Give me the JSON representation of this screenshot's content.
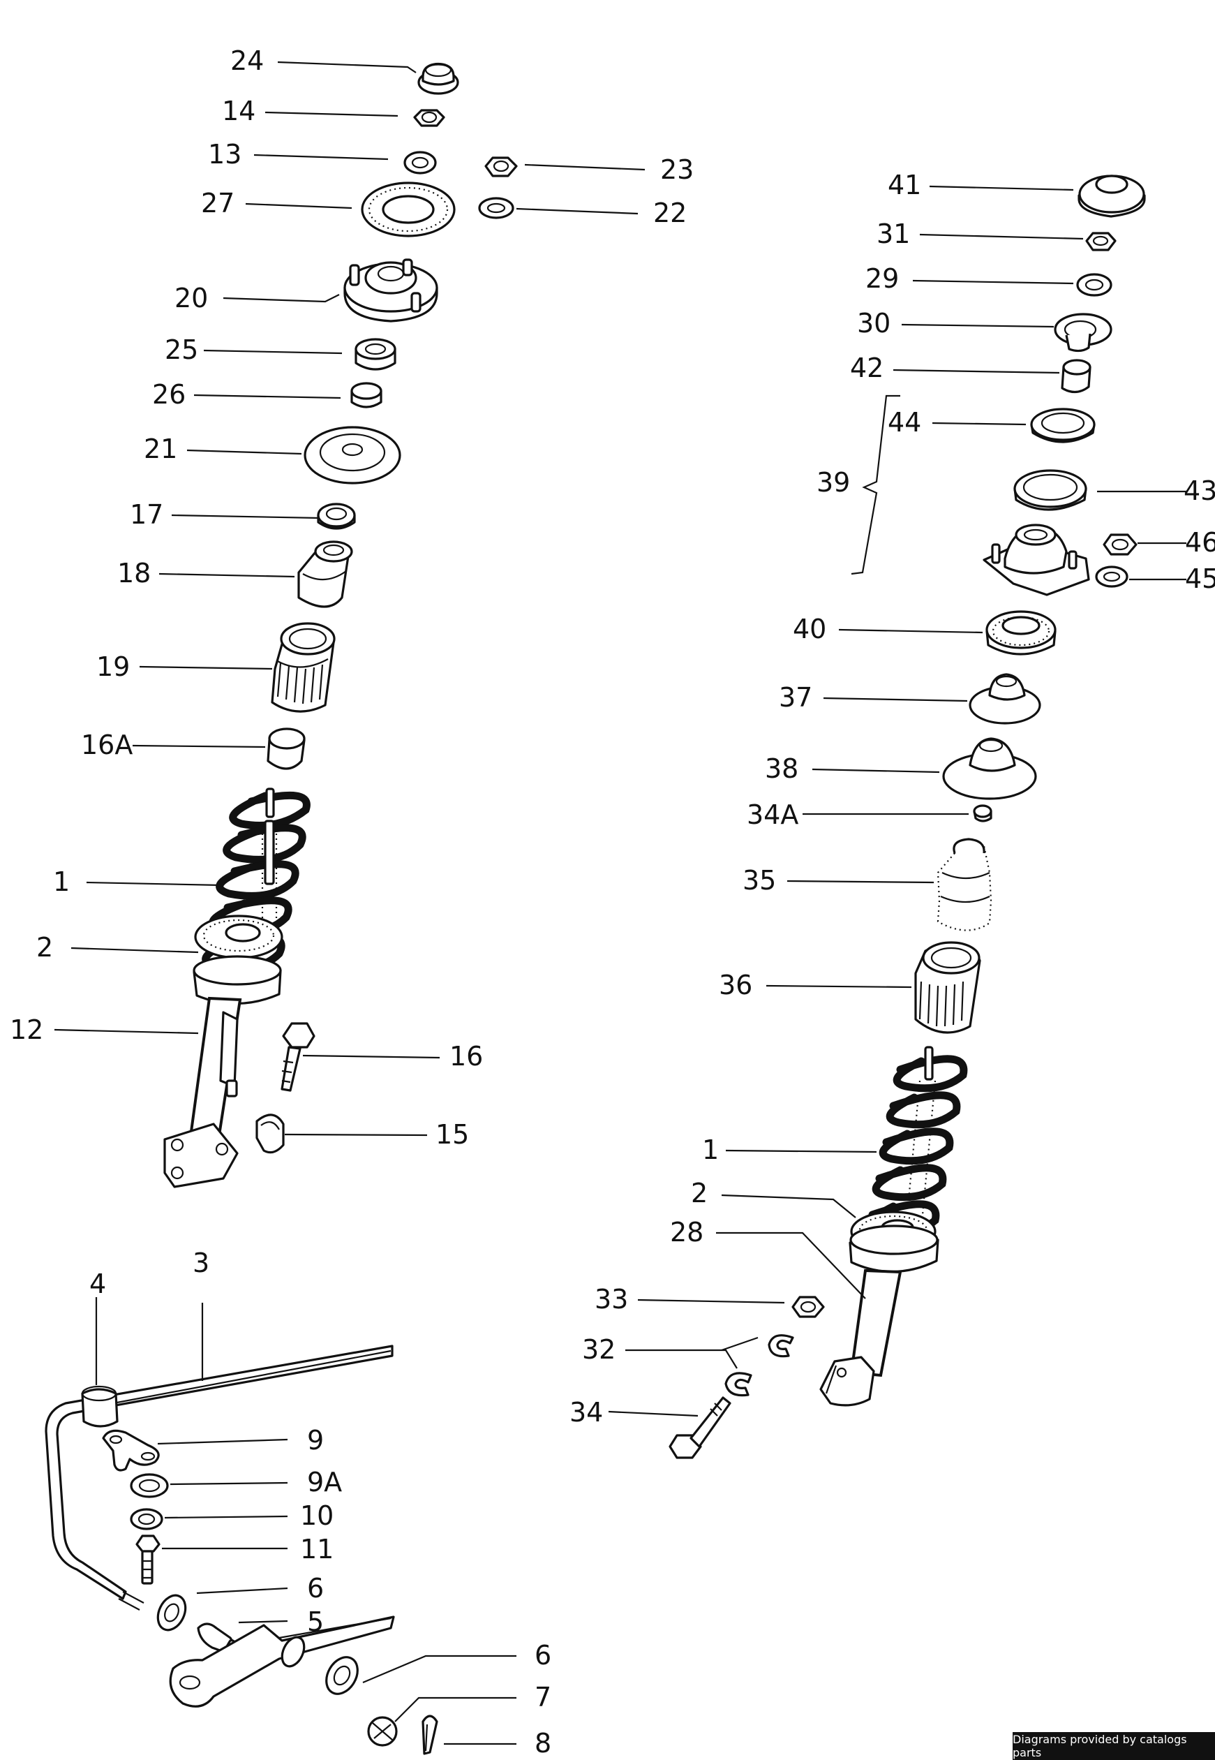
{
  "diagram": {
    "labels": [
      {
        "id": "l24",
        "text": "24"
      },
      {
        "id": "l14",
        "text": "14"
      },
      {
        "id": "l13",
        "text": "13"
      },
      {
        "id": "l27",
        "text": "27"
      },
      {
        "id": "l23",
        "text": "23"
      },
      {
        "id": "l22",
        "text": "22"
      },
      {
        "id": "l20",
        "text": "20"
      },
      {
        "id": "l25",
        "text": "25"
      },
      {
        "id": "l26",
        "text": "26"
      },
      {
        "id": "l21",
        "text": "21"
      },
      {
        "id": "l17",
        "text": "17"
      },
      {
        "id": "l18",
        "text": "18"
      },
      {
        "id": "l19",
        "text": "19"
      },
      {
        "id": "l16a",
        "text": "16A"
      },
      {
        "id": "l1a",
        "text": "1"
      },
      {
        "id": "l2a",
        "text": "2"
      },
      {
        "id": "l12",
        "text": "12"
      },
      {
        "id": "l16",
        "text": "16"
      },
      {
        "id": "l15",
        "text": "15"
      },
      {
        "id": "l41",
        "text": "41"
      },
      {
        "id": "l31",
        "text": "31"
      },
      {
        "id": "l29",
        "text": "29"
      },
      {
        "id": "l30",
        "text": "30"
      },
      {
        "id": "l42",
        "text": "42"
      },
      {
        "id": "l44",
        "text": "44"
      },
      {
        "id": "l39",
        "text": "39"
      },
      {
        "id": "l43",
        "text": "43"
      },
      {
        "id": "l46",
        "text": "46"
      },
      {
        "id": "l45",
        "text": "45"
      },
      {
        "id": "l40",
        "text": "40"
      },
      {
        "id": "l37",
        "text": "37"
      },
      {
        "id": "l38",
        "text": "38"
      },
      {
        "id": "l34a",
        "text": "34A"
      },
      {
        "id": "l35",
        "text": "35"
      },
      {
        "id": "l36",
        "text": "36"
      },
      {
        "id": "l1b",
        "text": "1"
      },
      {
        "id": "l2b",
        "text": "2"
      },
      {
        "id": "l28",
        "text": "28"
      },
      {
        "id": "l33",
        "text": "33"
      },
      {
        "id": "l32",
        "text": "32"
      },
      {
        "id": "l34",
        "text": "34"
      },
      {
        "id": "l4",
        "text": "4"
      },
      {
        "id": "l3",
        "text": "3"
      },
      {
        "id": "l9",
        "text": "9"
      },
      {
        "id": "l9a",
        "text": "9A"
      },
      {
        "id": "l10",
        "text": "10"
      },
      {
        "id": "l11",
        "text": "11"
      },
      {
        "id": "l6a",
        "text": "6"
      },
      {
        "id": "l5",
        "text": "5"
      },
      {
        "id": "l6b",
        "text": "6"
      },
      {
        "id": "l7",
        "text": "7"
      },
      {
        "id": "l8",
        "text": "8"
      }
    ]
  },
  "footer": {
    "text": "Diagrams provided by catalogs parts"
  }
}
